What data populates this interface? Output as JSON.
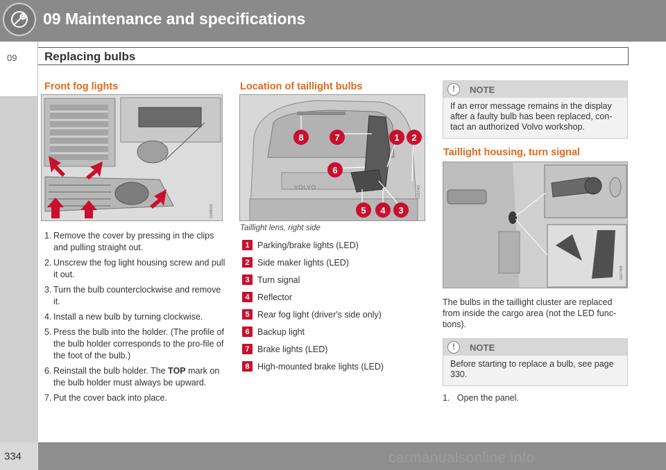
{
  "header": {
    "chapter_title": "09 Maintenance and specifications",
    "chapter_number": "09",
    "section_title": "Replacing bulbs"
  },
  "footer": {
    "page_number": "334",
    "watermark": "carmanualsonline.info"
  },
  "fog_lights": {
    "heading": "Front fog lights",
    "figure_code": "G028015",
    "steps": [
      {
        "num": "1.",
        "text": "Remove the cover by pressing in the clips and pulling straight out."
      },
      {
        "num": "2.",
        "text": "Unscrew the fog light housing screw and pull it out."
      },
      {
        "num": "3.",
        "text": "Turn the bulb counterclockwise and remove it."
      },
      {
        "num": "4.",
        "text": "Install a new bulb by turning clockwise."
      },
      {
        "num": "5.",
        "text": "Press the bulb into the holder. (The profile of the bulb holder corresponds to the pro-file of the foot of the bulb.)"
      },
      {
        "num": "6.",
        "text_before": "Reinstall the bulb holder. The ",
        "text_bold": "TOP",
        "text_after": " mark on the bulb holder must always be upward."
      },
      {
        "num": "7.",
        "text": "Put the cover back into place."
      }
    ]
  },
  "taillight_location": {
    "heading": "Location of taillight bulbs",
    "figure_code": "G017467",
    "caption": "Taillight lens, right side",
    "callouts": [
      "8",
      "7",
      "1",
      "2",
      "6",
      "5",
      "4",
      "3"
    ],
    "rear_badge": "VOLVO",
    "legend": [
      {
        "num": "1",
        "label": "Parking/brake lights (LED)"
      },
      {
        "num": "2",
        "label": "Side maker lights (LED)"
      },
      {
        "num": "3",
        "label": "Turn signal"
      },
      {
        "num": "4",
        "label": "Reflector"
      },
      {
        "num": "5",
        "label": "Rear fog light (driver's side only)"
      },
      {
        "num": "6",
        "label": "Backup light"
      },
      {
        "num": "7",
        "label": "Brake lights (LED)"
      },
      {
        "num": "8",
        "label": "High-mounted brake lights (LED)"
      }
    ]
  },
  "note1": {
    "label": "NOTE",
    "text": "If an error message remains in the display after a faulty bulb has been replaced, con-tact an authorized Volvo workshop."
  },
  "turn_signal": {
    "heading": "Taillight housing, turn signal",
    "figure_code": "G017468",
    "paragraph": "The bulbs in the taillight cluster are replaced from inside the cargo area (not the LED func-tions).",
    "step1": {
      "num": "1.",
      "text": "Open the panel."
    }
  },
  "note2": {
    "label": "NOTE",
    "text": "Before starting to replace a bulb, see page 330."
  },
  "colors": {
    "heading_orange": "#e06a1a",
    "callout_red": "#c8102e",
    "header_gray": "#8a8a8a"
  }
}
